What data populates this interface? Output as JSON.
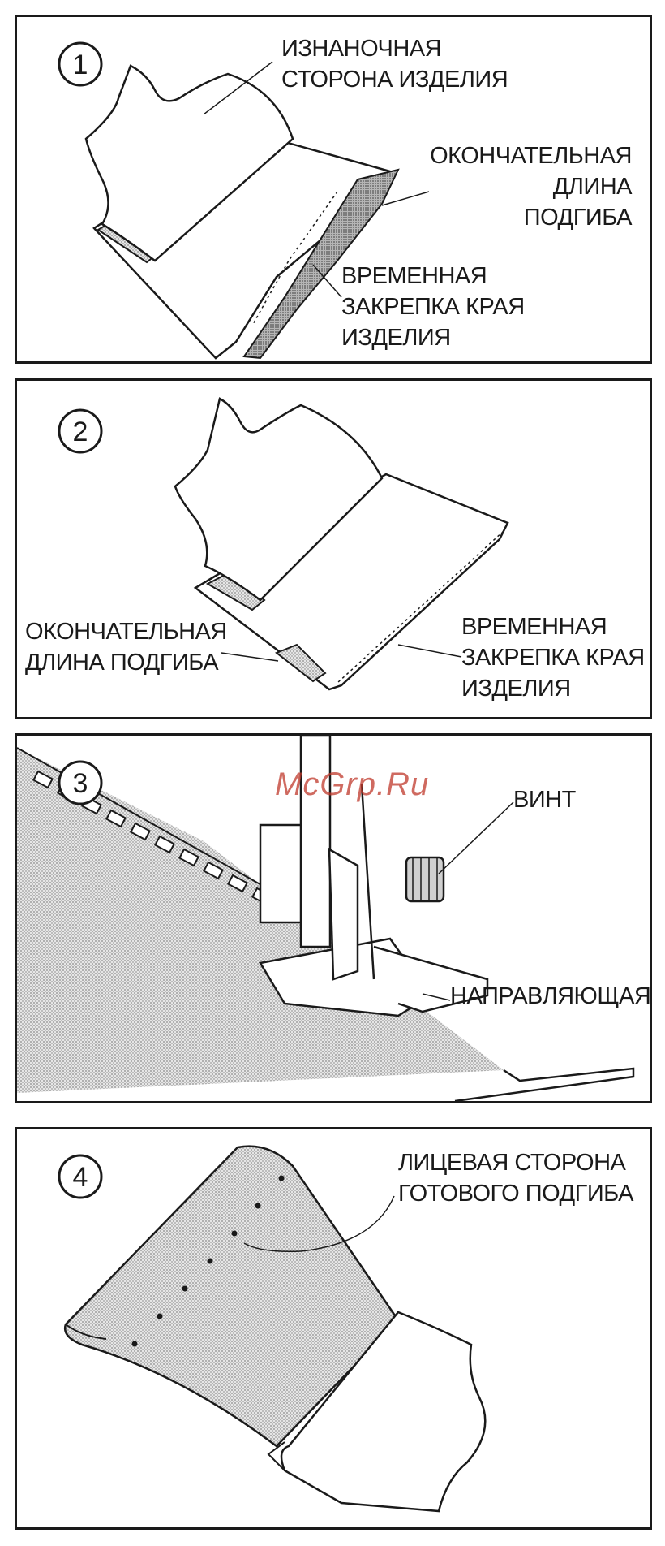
{
  "watermark": "McGrp.Ru",
  "panels": [
    {
      "step": "1",
      "labels": {
        "wrong_side": [
          "ИЗНАНОЧНАЯ",
          "СТОРОНА ИЗДЕЛИЯ"
        ],
        "final_hem_length": [
          "ОКОНЧАТЕЛЬНАЯ",
          "ДЛИНА",
          "ПОДГИБА"
        ],
        "temp_basting": [
          "ВРЕМЕННАЯ",
          "ЗАКРЕПКА КРАЯ",
          "ИЗДЕЛИЯ"
        ]
      }
    },
    {
      "step": "2",
      "labels": {
        "final_hem_length": [
          "ОКОНЧАТЕЛЬНАЯ",
          "ДЛИНА ПОДГИБА"
        ],
        "temp_basting": [
          "ВРЕМЕННАЯ",
          "ЗАКРЕПКА КРАЯ",
          "ИЗДЕЛИЯ"
        ]
      }
    },
    {
      "step": "3",
      "labels": {
        "screw": "ВИНТ",
        "guide": "НАПРАВЛЯЮЩАЯ"
      }
    },
    {
      "step": "4",
      "labels": {
        "right_side": [
          "ЛИЦЕВАЯ СТОРОНА",
          "ГОТОВОГО ПОДГИБА"
        ]
      }
    }
  ],
  "colors": {
    "ink": "#1a1a1a",
    "shade": "#bdbdbd",
    "watermark": "#c0392b"
  }
}
